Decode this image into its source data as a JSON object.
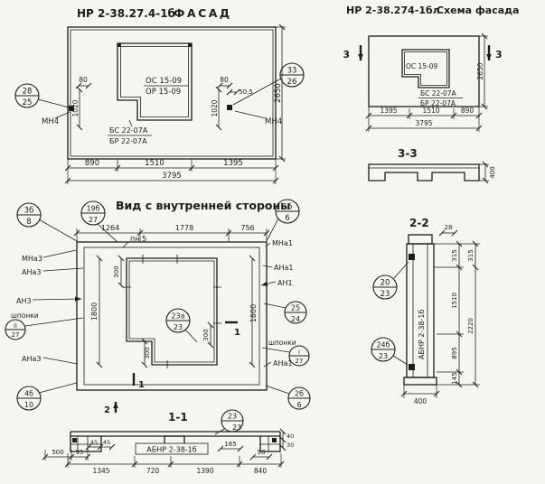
{
  "colors": {
    "paper": "#f7f5ef",
    "ink": "#1d1d1d"
  },
  "facade": {
    "title_code": "НР 2-38.27.4-1б",
    "title_word": "ФАСАД",
    "opening_line1": "ОС 15-09",
    "opening_line2": "ОР 15-09",
    "sill_line1": "БС 22-07А",
    "sill_line2": "БР 22-07А",
    "callout_left_num": "28",
    "callout_left_sheet": "25",
    "callout_right_num": "33",
    "callout_right_sheet": "26",
    "anchor_left": "МН4",
    "anchor_right": "МН4",
    "dim_80_left": "80",
    "dim_80_right": "80",
    "dim_505": "50,5",
    "dim_1020_left": "1020",
    "dim_1020_right": "1020",
    "dim_2650": "2650",
    "dim_890": "890",
    "dim_1510": "1510",
    "dim_1395": "1395",
    "dim_3795": "3795"
  },
  "schema": {
    "title_code": "НР 2-38.274-1бл",
    "title_word": "Схема фасада",
    "opening_label": "ОС 15-09",
    "sill_line1": "БС 22-07А",
    "sill_line2": "БР 22-07А",
    "mark_left": "3",
    "mark_right": "3",
    "dim_2650": "2650",
    "dim_1395": "1395",
    "dim_1510": "1510",
    "dim_890": "890",
    "dim_3795": "3795",
    "section_title": "3-3",
    "dim_400": "400"
  },
  "inner": {
    "title": "Вид с внутренней стороны",
    "callout_a_num": "3б",
    "callout_a_sheet": "8",
    "callout_b_num": "19б",
    "callout_b_sheet": "27",
    "callout_c_num": "1б",
    "callout_c_sheet": "6",
    "pn5": "пн 5",
    "dim_1264": "1264",
    "dim_1778": "1778",
    "dim_756": "756",
    "dim_300_topleft": "300",
    "dim_1800_left": "1800",
    "dim_300_step": "300",
    "dim_1800_right": "1800",
    "dim_300_right": "300",
    "mna3": "МНа3",
    "ana3_top": "АНа3",
    "an3": "АН3",
    "shponki_left": "шпонки",
    "key_left_num": "ii",
    "key_left_sheet": "27",
    "ana3_bottom": "АНа3",
    "callout_d_num": "4б",
    "callout_d_sheet": "10",
    "mna1": "МНа1",
    "ana1_top": "АНа1",
    "an1": "АН1",
    "callout_e_num": "25",
    "callout_e_sheet": "24",
    "shponki_right": "шпонки",
    "key_right_num": "i",
    "key_right_sheet": "27",
    "ana1_bottom": "АНа1",
    "callout_f_num": "2б",
    "callout_f_sheet": "6",
    "callout_center_num": "23а",
    "callout_center_sheet": "23",
    "mark1_bottom": "1",
    "mark1_right": "1",
    "mark2": "2",
    "section_title": "1-1"
  },
  "sec11": {
    "callout_num": "23",
    "callout_sheet": "23",
    "label_block": "АБНР 2-38-1б",
    "dim_45a": "45",
    "dim_45b": "45",
    "dim_500": "500",
    "dim_95": "95",
    "dim_165": "165",
    "dim_90": "90",
    "dim_40": "40",
    "dim_30": "30",
    "dim_1345": "1345",
    "dim_720": "720",
    "dim_1390": "1390",
    "dim_840": "840"
  },
  "sec22": {
    "title": "2-2",
    "dim_28": "28",
    "dim_315a": "315",
    "dim_315b": "315",
    "dim_1510": "1510",
    "dim_2220": "2220",
    "dim_895": "895",
    "dim_145": "145",
    "dim_400": "400",
    "label_block": "АБНР 2-38-1б",
    "callout_g_num": "20",
    "callout_g_sheet": "23",
    "callout_h_num": "24б",
    "callout_h_sheet": "23"
  }
}
